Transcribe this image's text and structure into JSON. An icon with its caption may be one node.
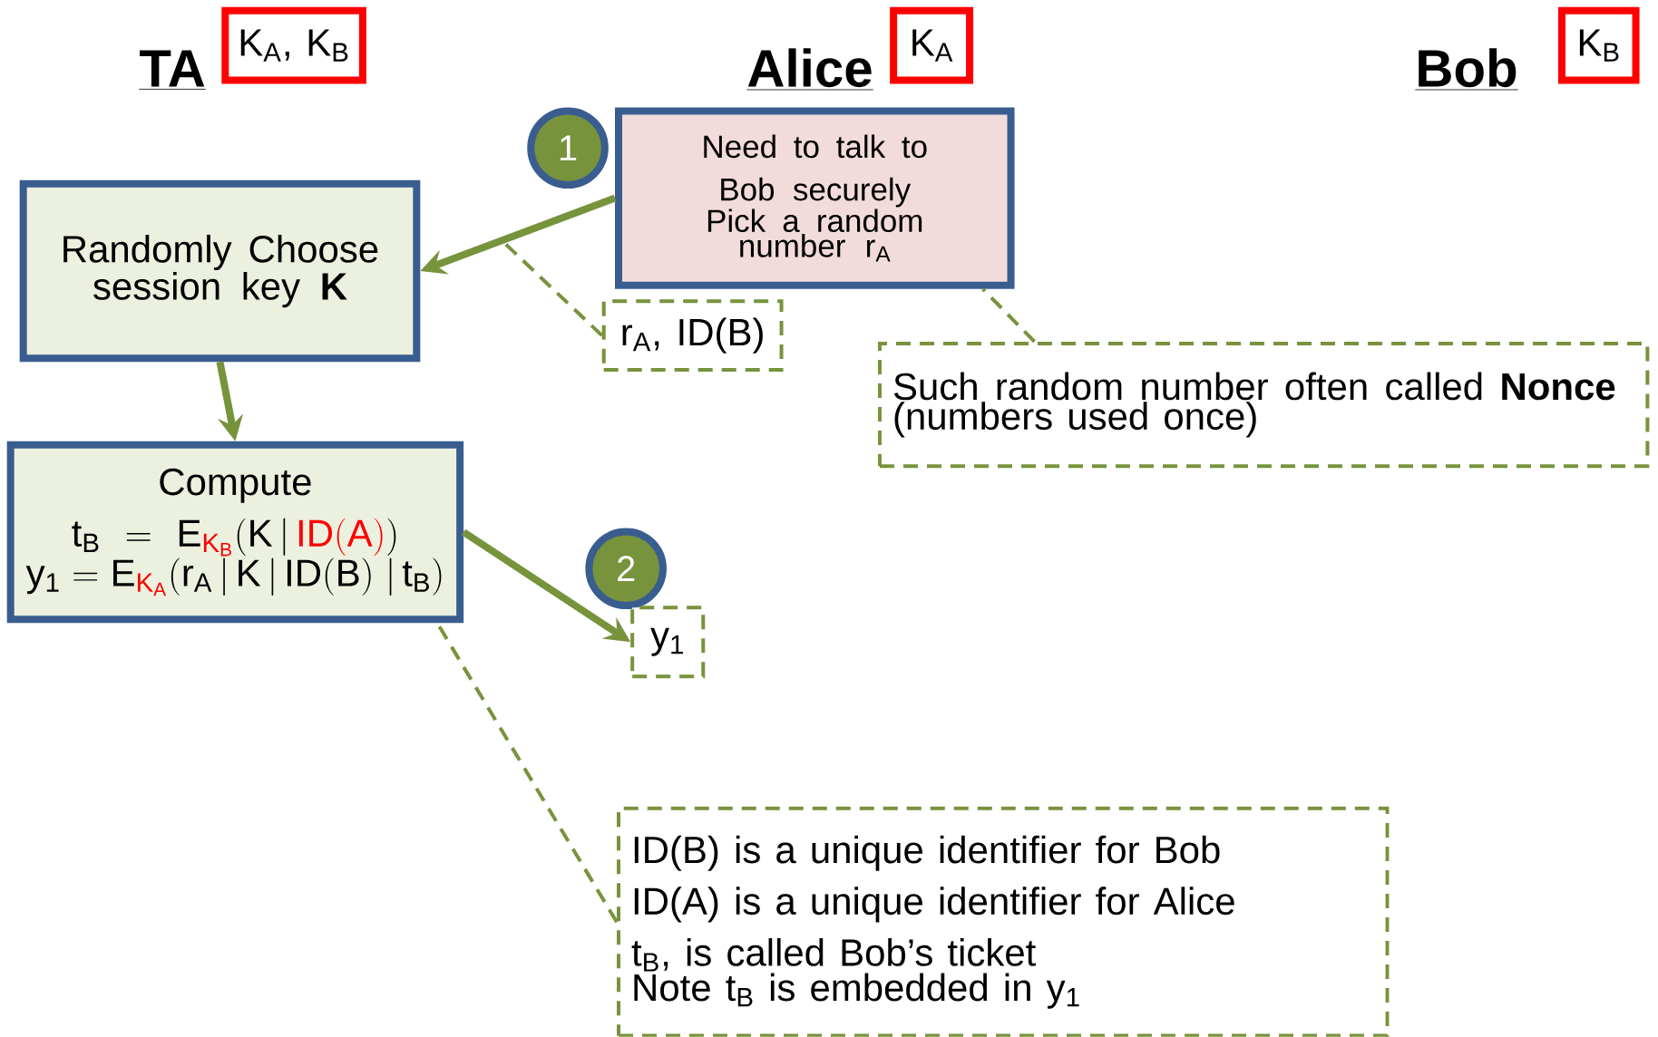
{
  "diagram": {
    "nodes": [
      {
        "text": [
          "K$_{A}$, K$_{B}$"
        ]
      },
      {
        "text": [
          "K$_{A}$"
        ]
      },
      {
        "text": [
          "K$_{B}$"
        ]
      },
      {
        "text": [
          "1"
        ]
      },
      {
        "text": [
          "Need to talk to Bob securely",
          "Pick a random number r$_{A}$"
        ]
      },
      {
        "text": [
          "Randomly Choose session key **K**"
        ]
      },
      {
        "text": [
          "r$_{A}$, ID(B)"
        ]
      },
      {
        "text": [
          "Such random number often called **Nonce** (numbers used once)"
        ]
      },
      {
        "text": [
          "Compute",
          "\\mathrm{t}_{\\mathrm{B}} = \\mathrm{E}_{\\color{red}\\mathrm{K}_{\\mathrm{B}}}(\\mathrm{K}\\,\\mathbf{|}\\,{\\color{red}\\mathrm{ID(A)}})",
          "\\mathrm{y}_{\\mathrm{1}} = \\mathrm{E}_{\\color{red}\\mathrm{K}_{\\mathrm{A}}}(\\mathrm{r}_{\\mathrm{A}}\\,\\mathbf{|}\\,\\mathrm{K}\\,\\mathbf{|}\\,\\mathrm{ID(B)}\\;\\mathbf{|}\\,\\mathrm{t}_{\\mathrm{B}})"
        ]
      },
      {
        "text": [
          "2"
        ]
      },
      {
        "text": [
          "y$_{1}$"
        ]
      },
      {
        "text": [
          "ID(B) is a unique identifier for Bob",
          "ID(A) is a unique identifier for Alice",
          "t$_{B}$, is called Bob’s ticket",
          "Note t$_{B}$ is embedded in y$_{1}$"
        ]
      }
    ],
    "edges": [
      {
        "from": 4,
        "to": 5,
        "arrow": "to",
        "style": "thick"
      },
      {
        "from": 5,
        "to": 8,
        "arrow": "to",
        "style": "thick"
      },
      {
        "from": 8,
        "to": 10,
        "arrow": "to",
        "style": "thick"
      },
      {
        "from": 6,
        "to": null,
        "arrow": "none",
        "style": "dashed"
      },
      {
        "from": 7,
        "to": 4,
        "arrow": "none",
        "style": "dashed"
      },
      {
        "from": 11,
        "to": 8,
        "arrow": "none",
        "style": "dashed"
      }
    ],
    "labels": [
      "TA",
      "Alice",
      "Bob"
    ]
  }
}
